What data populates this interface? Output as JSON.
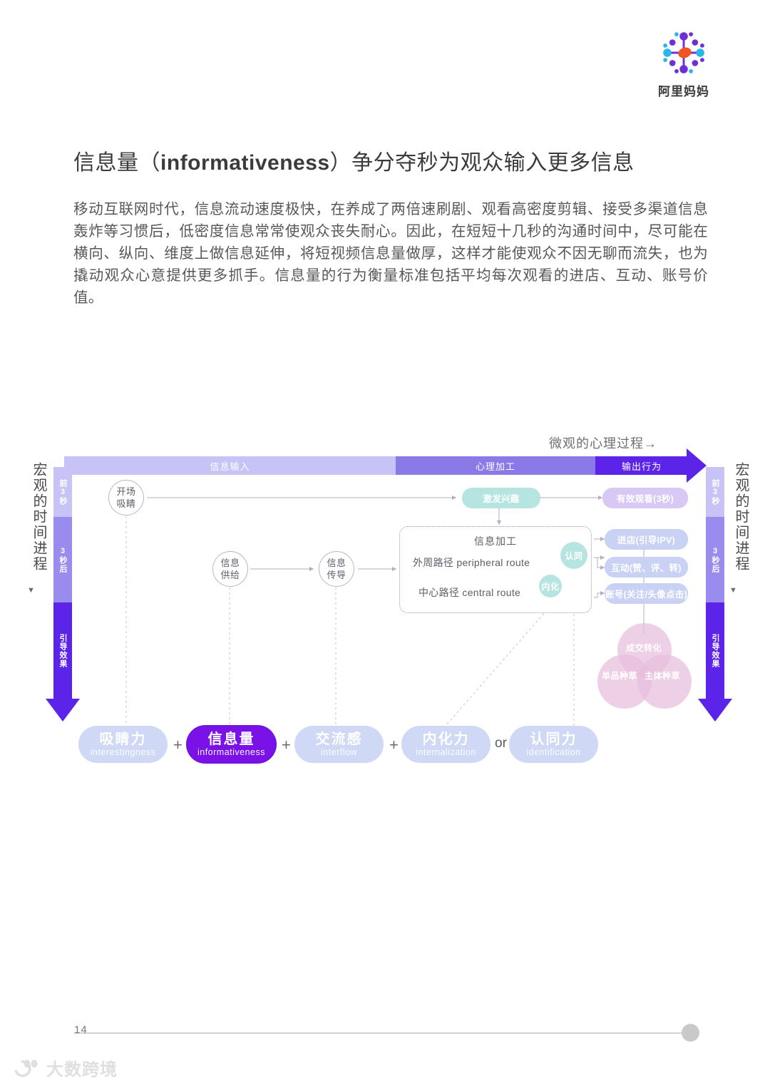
{
  "brand": {
    "name": "阿里妈妈",
    "logo_icon": "molecule-network-icon"
  },
  "heading": {
    "prefix": "信息量（",
    "emphasis": "informativeness",
    "suffix": "）争分夺秒为观众输入更多信息"
  },
  "body": {
    "paragraph": "移动互联网时代，信息流动速度极快，在养成了两倍速刷剧、观看高密度剪辑、接受多渠道信息轰炸等习惯后，低密度信息常常使观众丧失耐心。因此，在短短十几秒的沟通时间中，尽可能在横向、纵向、维度上做信息延伸，将短视频信息量做厚，这样才能使观众不因无聊而流失，也为撬动观众心意提供更多抓手。信息量的行为衡量标准包括平均每次观看的进店、互动、账号价值。"
  },
  "diagram": {
    "micro_axis_label": "微观的心理过程→",
    "phases": [
      {
        "label": "信息输入",
        "color": "#c7c3f7"
      },
      {
        "label": "心理加工",
        "color": "#8a7ae8"
      },
      {
        "label": "输出行为",
        "color": "#5b24e8"
      }
    ],
    "macro_axis": {
      "title": "宏观的时间进程",
      "caret": "▼",
      "segments": [
        {
          "label": "前3秒",
          "color": "#c7c3f7"
        },
        {
          "label": "3秒后",
          "color": "#9a8bee"
        },
        {
          "label": "引导效果",
          "color": "#5b24e8"
        }
      ]
    },
    "nodes": [
      {
        "line1": "开场",
        "line2": "吸睛"
      },
      {
        "line1": "信息",
        "line2": "供给"
      },
      {
        "line1": "信息",
        "line2": "传导"
      }
    ],
    "processing": {
      "title": "信息加工",
      "peripheral_route": "外周路径 peripheral route",
      "central_route": "中心路径 central route",
      "dot_identify": "认同",
      "dot_internalize": "内化"
    },
    "interest_pill": "激发兴趣",
    "outcomes": [
      {
        "label": "有效观看(3秒)",
        "style": "purple"
      },
      {
        "label": "进店(引导IPV)",
        "style": "blue"
      },
      {
        "label": "互动(赞、评、转)",
        "style": "blue"
      },
      {
        "label": "账号(关注/头像点击)",
        "style": "blue"
      }
    ],
    "venn": {
      "top": "成交转化",
      "left": "单品种草",
      "right": "主体种草",
      "color": "#e8bedd"
    }
  },
  "formula": {
    "operator_plus": "+",
    "operator_or": "or",
    "pills": [
      {
        "cn": "吸睛力",
        "en": "interestingness",
        "active": false
      },
      {
        "cn": "信息量",
        "en": "informativeness",
        "active": true
      },
      {
        "cn": "交流感",
        "en": "interflow",
        "active": false
      },
      {
        "cn": "内化力",
        "en": "internalization",
        "active": false
      },
      {
        "cn": "认同力",
        "en": "identification",
        "active": false
      }
    ]
  },
  "footer": {
    "page_number": "14",
    "watermark_text": "大数跨境",
    "watermark_icon": "paw-logo-icon"
  }
}
